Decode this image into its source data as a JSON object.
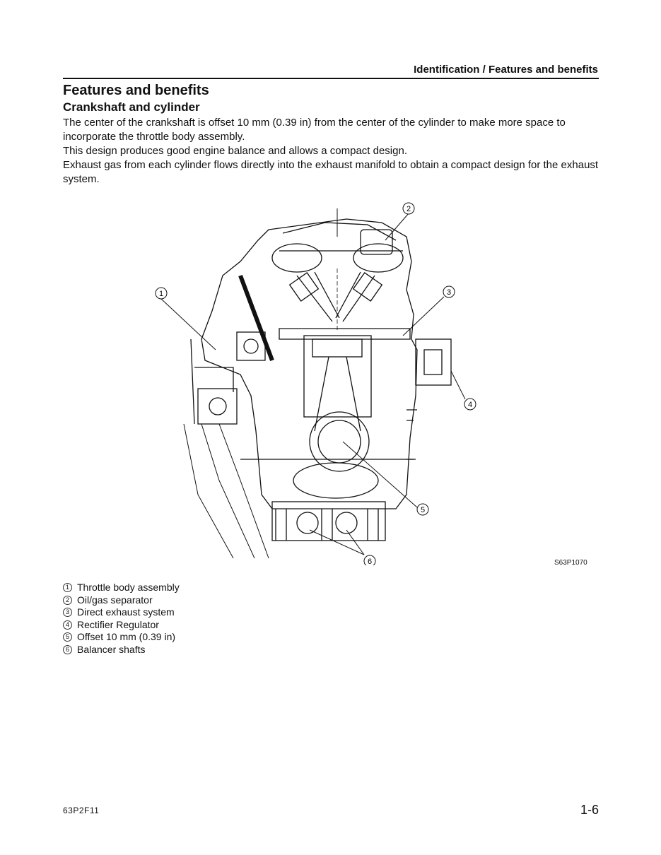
{
  "header": {
    "section_title": "Identification / Features and benefits"
  },
  "title": "Features and benefits",
  "subtitle": "Crankshaft and cylinder",
  "body": [
    "The center of the crankshaft is offset 10 mm (0.39 in) from the center of the cylinder to make more space to incorporate the throttle body assembly.",
    "This design produces good engine balance and allows a compact design.",
    "Exhaust gas from each cylinder flows directly into the exhaust manifold to obtain a compact design for the exhaust system."
  ],
  "figure": {
    "code": "S63P1070",
    "callouts": [
      "1",
      "2",
      "3",
      "4",
      "5",
      "6"
    ]
  },
  "legend": [
    {
      "num": "1",
      "label": "Throttle body assembly"
    },
    {
      "num": "2",
      "label": "Oil/gas separator"
    },
    {
      "num": "3",
      "label": "Direct exhaust system"
    },
    {
      "num": "4",
      "label": "Rectifier Regulator"
    },
    {
      "num": "5",
      "label": "Offset 10 mm (0.39 in)"
    },
    {
      "num": "6",
      "label": "Balancer shafts"
    }
  ],
  "footer": {
    "doc_code": "63P2F11",
    "page": "1-6"
  }
}
